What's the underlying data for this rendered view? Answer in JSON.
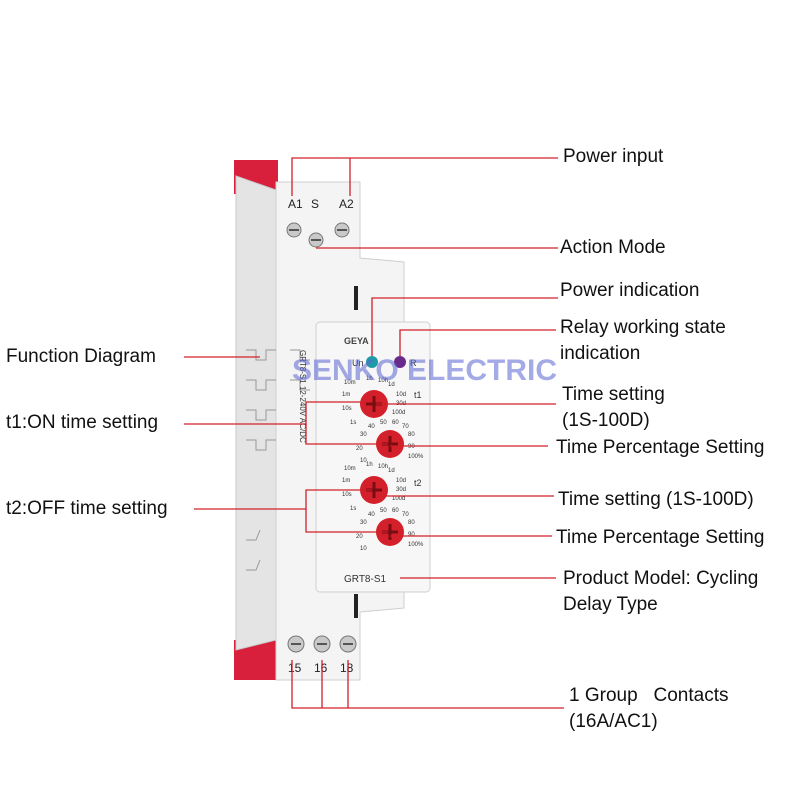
{
  "device": {
    "brand": "GEYA",
    "model": "GRT8-S1",
    "watermark": "SENKO ELECTRIC",
    "top_terminals": [
      "A1",
      "S",
      "A2"
    ],
    "bottom_terminals": [
      "15",
      "16",
      "18"
    ],
    "led_labels": [
      "Un",
      "R"
    ],
    "dial_labels": [
      "t1",
      "t2"
    ],
    "range_scale": [
      "1s",
      "10s",
      "1m",
      "10m",
      "1h",
      "10h",
      "1d",
      "10d",
      "30d",
      "100d"
    ],
    "percent_scale": [
      "10",
      "20",
      "30",
      "40",
      "50",
      "60",
      "70",
      "80",
      "90",
      "100%"
    ],
    "side_text": "GRT8-S1 12-240V AC/DC",
    "colors": {
      "body": "#f3f3f3",
      "dial": "#d3202a",
      "clip": "#d81f3c",
      "line": "#d0202a"
    }
  },
  "callouts_right": [
    {
      "id": "power-input",
      "lines": [
        "Power input"
      ]
    },
    {
      "id": "action-mode",
      "lines": [
        "Action Mode"
      ]
    },
    {
      "id": "power-indication",
      "lines": [
        "Power indication"
      ]
    },
    {
      "id": "relay-state",
      "lines": [
        "Relay working state",
        "indication"
      ]
    },
    {
      "id": "time-setting-1",
      "lines": [
        "Time setting",
        "(1S-100D)"
      ]
    },
    {
      "id": "time-percentage-1",
      "lines": [
        "Time Percentage Setting"
      ]
    },
    {
      "id": "time-setting-2",
      "lines": [
        "Time setting (1S-100D)"
      ]
    },
    {
      "id": "time-percentage-2",
      "lines": [
        "Time Percentage Setting"
      ]
    },
    {
      "id": "product-model",
      "lines": [
        "Product Model: Cycling",
        "Delay Type"
      ]
    },
    {
      "id": "contacts",
      "lines": [
        "1 Group   Contacts",
        "(16A/AC1)"
      ]
    }
  ],
  "callouts_left": [
    {
      "id": "function-diagram",
      "lines": [
        "Function Diagram"
      ]
    },
    {
      "id": "t1-on",
      "lines": [
        "t1:ON time setting"
      ]
    },
    {
      "id": "t2-off",
      "lines": [
        "t2:OFF time setting"
      ]
    }
  ]
}
